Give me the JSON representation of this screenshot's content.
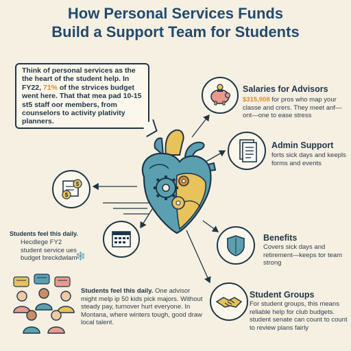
{
  "title": {
    "line1": "How Personal Services Funds",
    "line2": "Build a Support Team for Students"
  },
  "callout": {
    "part1": "Think of personal services as the the heart of the student help. In FY22, ",
    "highlight": "71%",
    "part2": " of the strvices budget went here. That  that mea pad 10-15 st5 staff oor members, from counselors to activity plativity planners."
  },
  "salaries": {
    "heading": "Salaries for Advisors",
    "amount": "$315,908",
    "text": " for pros who map your classe  and crers. They meet anf—ont—one to ease stress",
    "icon": "piggy-bank-icon"
  },
  "admin": {
    "heading": "Admin Support",
    "text": "forts sick days and keepls forms and events",
    "icon": "document-icon"
  },
  "benefits": {
    "heading": "Benefits",
    "text": "Covers sick days and retirement—keeps tor team strong",
    "icon": "shield-icon"
  },
  "groups": {
    "heading": "Student Groups",
    "text": "For student groups, this means reliable help for club budgets. student senate can count to count to review plans fairly",
    "icon": "handshake-icon"
  },
  "left_mid": {
    "icon": "money-receipt-icon"
  },
  "students_daily_1": {
    "heading": "Students feel this daily.",
    "text": "Hecdlege FY2 student service ues budget breckdwlam",
    "icon": "calendar-icon"
  },
  "students_daily_2": {
    "heading": "Students feel this daily.",
    "text": " One advisor might melp ip 50 kids pick majors. Without steady pay, turnover hurt everyone. In Montana, where winters tough, good draw local talent.",
    "icon": "students-group-icon"
  },
  "colors": {
    "navy": "#1e3548",
    "teal": "#5aa0b0",
    "orange": "#e08a2c",
    "yellow": "#e8c25a",
    "cream": "#f6f0e2"
  }
}
